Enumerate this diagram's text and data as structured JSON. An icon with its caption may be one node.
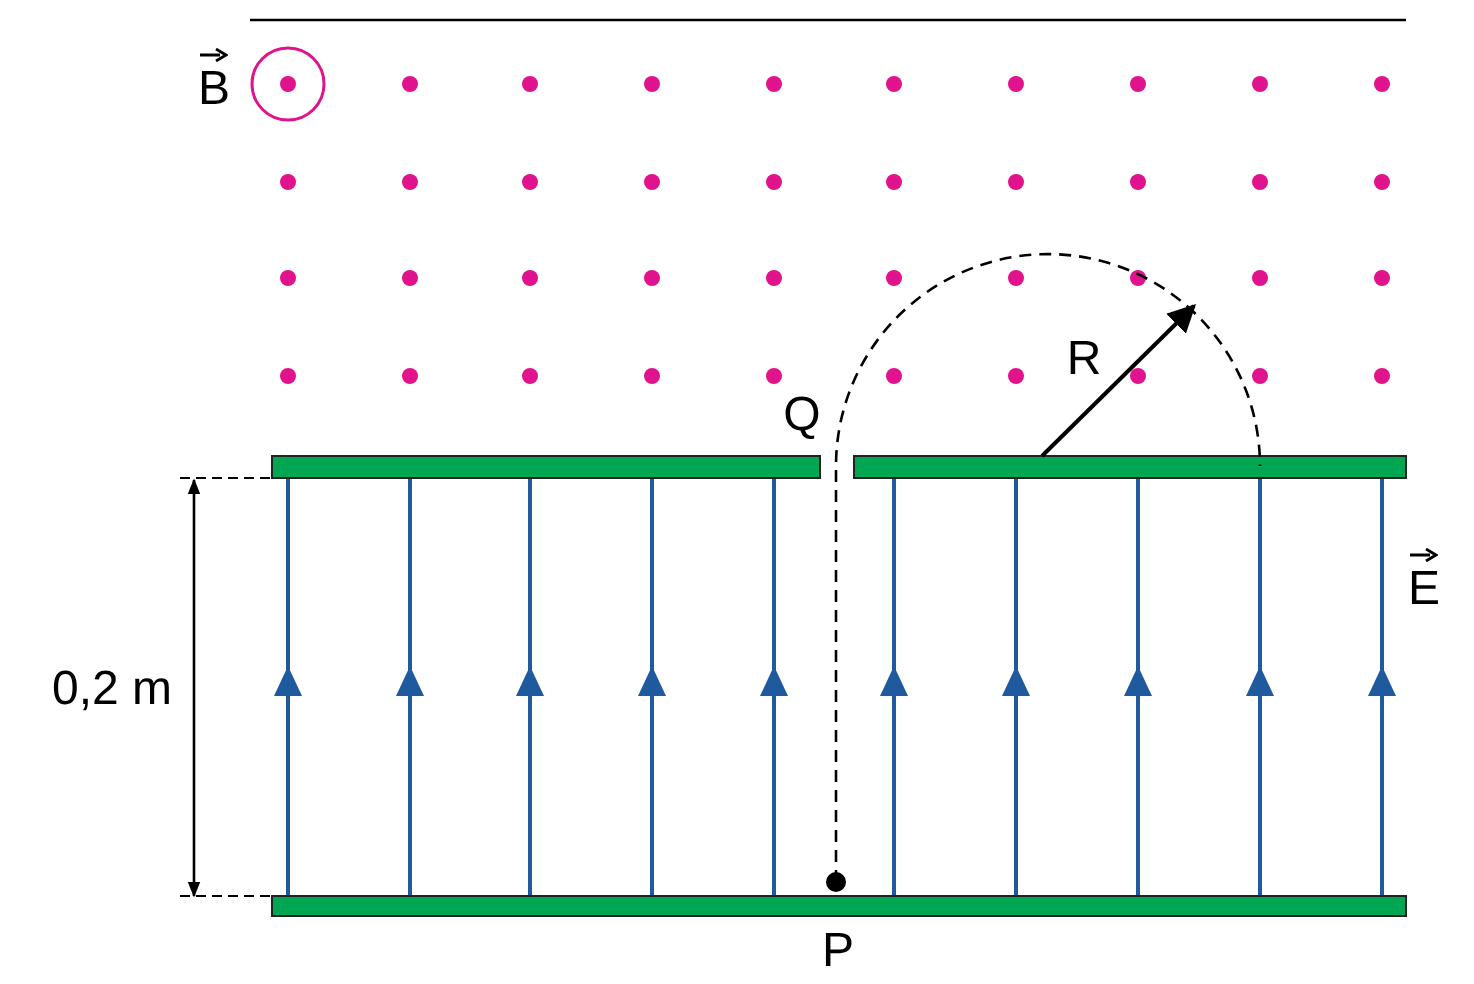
{
  "diagram": {
    "labels": [
      "B",
      "Q",
      "R",
      "E",
      "0,2 m",
      "P"
    ]
  }
}
